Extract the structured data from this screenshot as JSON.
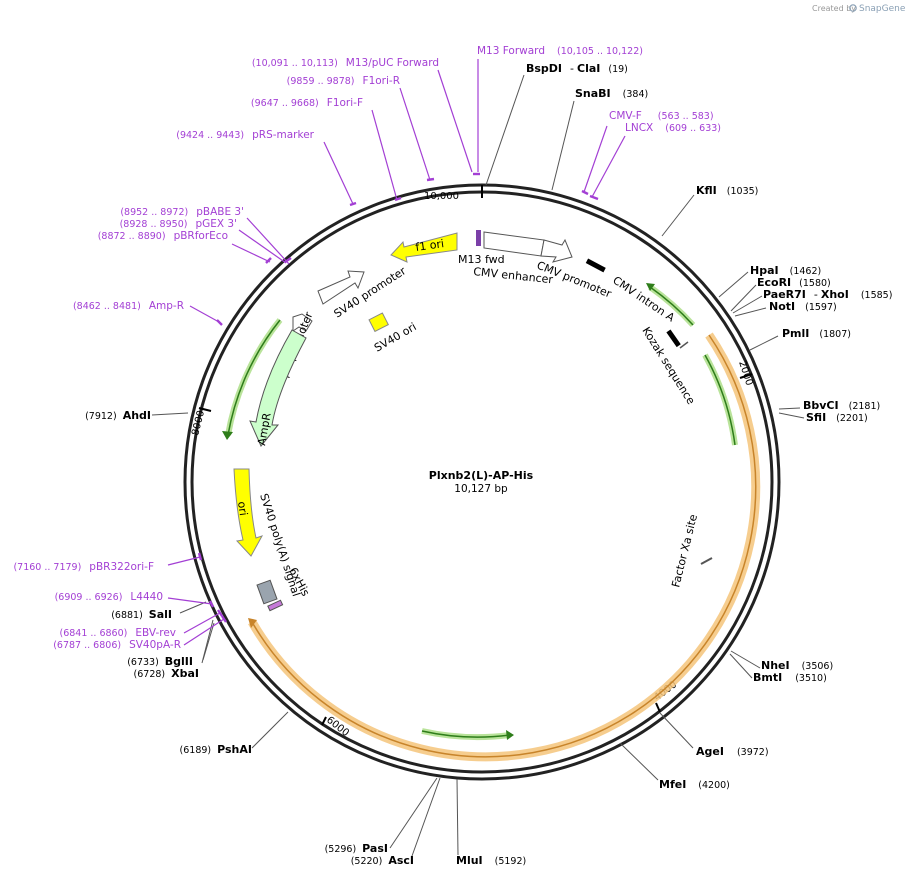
{
  "credit": {
    "prefix": "Created by",
    "brand": "SnapGene"
  },
  "plasmid": {
    "name": "Plxnb2(L)-AP-His",
    "length": "10,127 bp"
  },
  "ticks": [
    "10,000",
    "2000",
    "4000",
    "6000",
    "8000"
  ],
  "sites": [
    {
      "name": "BspDI",
      "name2": "ClaI",
      "pos": "(19)"
    },
    {
      "name": "SnaBI",
      "pos": "(384)"
    },
    {
      "name": "KflI",
      "pos": "(1035)"
    },
    {
      "name": "HpaI",
      "pos": "(1462)"
    },
    {
      "name": "EcoRI",
      "pos": "(1580)"
    },
    {
      "name": "PaeR7I",
      "name2": "XhoI",
      "pos": "(1585)"
    },
    {
      "name": "NotI",
      "pos": "(1597)"
    },
    {
      "name": "PmlI",
      "pos": "(1807)"
    },
    {
      "name": "BbvCI",
      "pos": "(2181)"
    },
    {
      "name": "SfiI",
      "pos": "(2201)"
    },
    {
      "name": "NheI",
      "pos": "(3506)"
    },
    {
      "name": "BmtI",
      "pos": "(3510)"
    },
    {
      "name": "AgeI",
      "pos": "(3972)"
    },
    {
      "name": "MfeI",
      "pos": "(4200)"
    },
    {
      "name": "MluI",
      "pos": "(5192)"
    },
    {
      "name": "AscI",
      "pos": "(5220)"
    },
    {
      "name": "PasI",
      "pos": "(5296)"
    },
    {
      "name": "PshAI",
      "pos": "(6189)"
    },
    {
      "name": "XbaI",
      "pos": "(6728)"
    },
    {
      "name": "BglII",
      "pos": "(6733)"
    },
    {
      "name": "SalI",
      "pos": "(6881)"
    },
    {
      "name": "AhdI",
      "pos": "(7912)"
    }
  ],
  "primers": [
    {
      "name": "M13 Forward",
      "range": "(10,105 .. 10,122)"
    },
    {
      "name": "M13/pUC Forward",
      "range": "(10,091 .. 10,113)"
    },
    {
      "name": "F1ori-R",
      "range": "(9859 .. 9878)"
    },
    {
      "name": "F1ori-F",
      "range": "(9647 .. 9668)"
    },
    {
      "name": "pRS-marker",
      "range": "(9424 .. 9443)"
    },
    {
      "name": "CMV-F",
      "range": "(563 .. 583)"
    },
    {
      "name": "LNCX",
      "range": "(609 .. 633)"
    },
    {
      "name": "pBABE 3'",
      "range": "(8952 .. 8972)"
    },
    {
      "name": "pGEX 3'",
      "range": "(8928 .. 8950)"
    },
    {
      "name": "pBRforEco",
      "range": "(8872 .. 8890)"
    },
    {
      "name": "Amp-R",
      "range": "(8462 .. 8481)"
    },
    {
      "name": "pBR322ori-F",
      "range": "(7160 .. 7179)"
    },
    {
      "name": "L4440",
      "range": "(6909 .. 6926)"
    },
    {
      "name": "EBV-rev",
      "range": "(6841 .. 6860)"
    },
    {
      "name": "SV40pA-R",
      "range": "(6787 .. 6806)"
    }
  ],
  "features": {
    "f1ori": "f1 ori",
    "m13fwd": "M13 fwd",
    "cmv_enhancer": "CMV enhancer",
    "cmv_promoter": "CMV promoter",
    "cmv_intron": "CMV intron A",
    "kozak": "Kozak sequence",
    "sv40_promoter": "SV40 promoter",
    "sv40_ori": "SV40 ori",
    "ampr_promoter": "AmpR promoter",
    "ampr": "AmpR",
    "ori": "ori",
    "sv40_polya": "SV40 poly(A) signal",
    "his6": "6xHis",
    "factor_xa": "Factor Xa site"
  },
  "colors": {
    "yellow_feature": "#ffff00",
    "ampr": "#ccffcc",
    "orf_green": "#4a9e2f",
    "orf_orange": "#e8a33a",
    "primer_purple": "#a33fd4"
  }
}
